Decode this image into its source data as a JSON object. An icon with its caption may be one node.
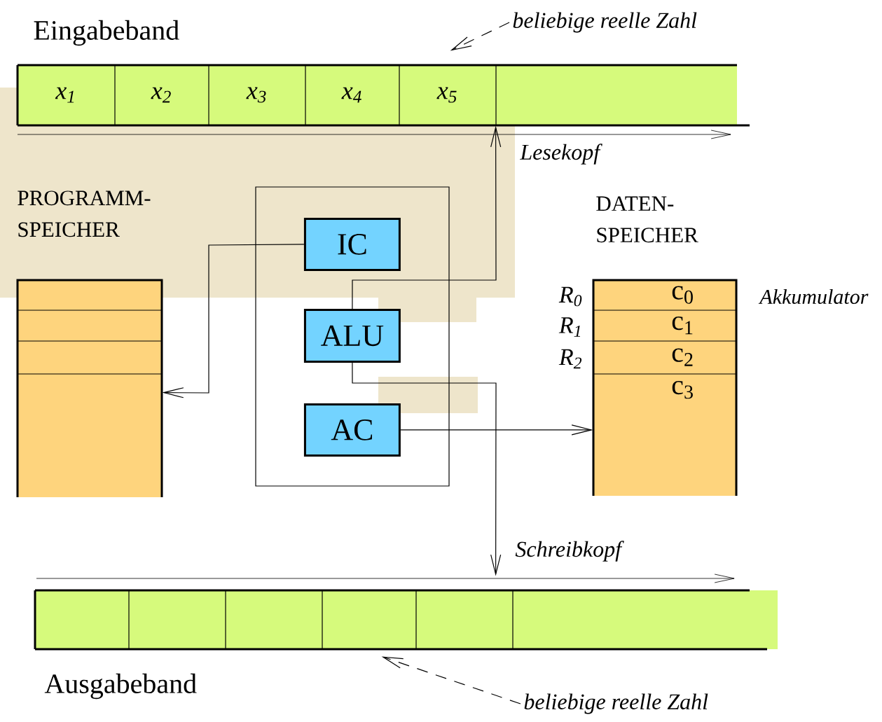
{
  "diagram": {
    "nodes": [
      {
        "text": [
          "Eingabeband"
        ]
      },
      {
        "text": [
          "x$_{1}$"
        ],
        "in": 0
      },
      {
        "text": [
          "x$_{2}$"
        ],
        "in": 0
      },
      {
        "text": [
          "x$_{3}$"
        ],
        "in": 0
      },
      {
        "text": [
          "x$_{4}$"
        ],
        "in": 0
      },
      {
        "text": [
          "x$_{5}$"
        ],
        "in": 0
      },
      {
        "text": [
          "beliebige reelle Zahl"
        ]
      },
      {
        "text": [
          "PROGRAMM- SPEICHER"
        ]
      },
      {
        "text": [],
        "shape": "box"
      },
      {
        "text": [
          "IC"
        ],
        "in": 8
      },
      {
        "text": [
          "ALU"
        ],
        "in": 8
      },
      {
        "text": [
          "AC"
        ],
        "in": 8
      },
      {
        "text": [
          "DATEN- SPEICHER"
        ]
      },
      {
        "text": [
          "c$_{0}$"
        ],
        "in": 12,
        "beside": [
          "R$_{0}$",
          "Akkumulator"
        ]
      },
      {
        "text": [
          "c$_{1}$"
        ],
        "in": 12,
        "beside": [
          "R$_{1}$"
        ]
      },
      {
        "text": [
          "c$_{2}$"
        ],
        "in": 12,
        "beside": [
          "R$_{2}$"
        ]
      },
      {
        "text": [
          "c$_{3}$"
        ],
        "in": 12
      },
      {
        "text": [
          "Ausgabeband"
        ]
      },
      {
        "text": [
          "beliebige reelle Zahl"
        ]
      }
    ],
    "edges": [
      {
        "from": 6,
        "to": 0,
        "arrow": "to",
        "style": "dashed"
      },
      {
        "from": 10,
        "to": 0,
        "arrow": "to",
        "label": "Lesekopf"
      },
      {
        "from": 9,
        "to": 7,
        "arrow": "to"
      },
      {
        "from": 11,
        "to": 12,
        "arrow": "to"
      },
      {
        "from": 10,
        "to": 17,
        "arrow": "to",
        "label": "Schreibkopf"
      },
      {
        "from": 18,
        "to": 17,
        "arrow": "to",
        "style": "dashed"
      }
    ]
  }
}
